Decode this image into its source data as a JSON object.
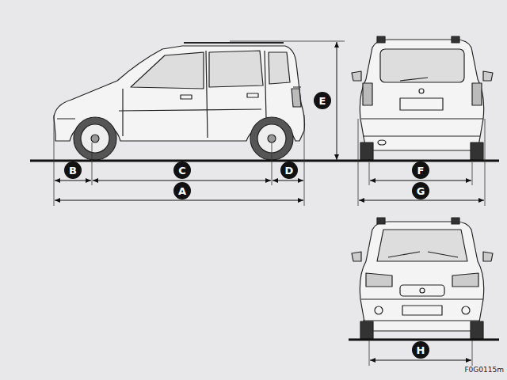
{
  "diagram": {
    "nodes": [
      {
        "text": [
          "E"
        ]
      },
      {
        "text": [
          "B"
        ]
      },
      {
        "text": [
          "C"
        ]
      },
      {
        "text": [
          "D"
        ]
      },
      {
        "text": [
          "F"
        ]
      },
      {
        "text": [
          "A"
        ]
      },
      {
        "text": [
          "G"
        ]
      },
      {
        "text": [
          "H"
        ]
      }
    ],
    "labels": [
      "F0G0115m"
    ]
  }
}
